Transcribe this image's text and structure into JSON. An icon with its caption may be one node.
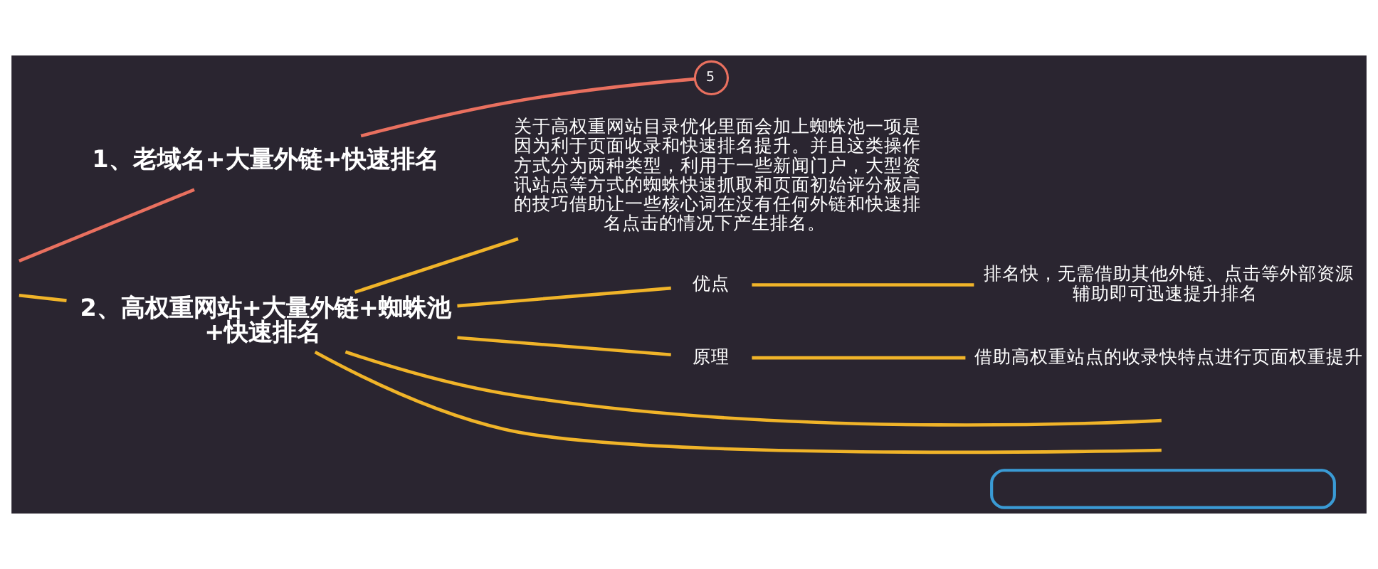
{
  "diagram": {
    "nodes": [
      {
        "text": [
          "1、老域名+大量外链+快速排名"
        ]
      },
      {
        "text": [
          "5"
        ]
      },
      {
        "text": [
          "2、高权重网站+大量外链+蜘蛛池+快速排名"
        ]
      },
      {
        "text": [
          "关于高权重网站目录优化里面会加上蜘蛛池一项是因为利于页面收录和快速排名提升。并且这类操作方式分为两种类型，利用于一些新闻门户，大型资讯站点等方式的蜘蛛快速抓取和页面初始评分极高的技巧借助让一些核心词在没有任何外链和快速排名点击的情况下产生排名。"
        ]
      },
      {
        "text": [
          "优点"
        ]
      },
      {
        "text": [
          "排名快，无需借助其他外链、点击等外部资源辅助即可迅速提升排名"
        ]
      },
      {
        "text": [
          "原理"
        ]
      },
      {
        "text": [
          "借助高权重站点的收录快特点进行页面权重提升"
        ]
      },
      {
        "text": [],
        "shape": "box"
      }
    ],
    "edges": [
      {
        "from": null,
        "to": 0,
        "arrow": "none",
        "color": "#e9705f"
      },
      {
        "from": 0,
        "to": 1,
        "arrow": "none",
        "color": "#e9705f"
      },
      {
        "from": null,
        "to": 2,
        "arrow": "none"
      },
      {
        "from": 2,
        "to": 3,
        "arrow": "none"
      },
      {
        "from": 2,
        "to": 4,
        "arrow": "none"
      },
      {
        "from": 4,
        "to": 5,
        "arrow": "none"
      },
      {
        "from": 2,
        "to": 6,
        "arrow": "none"
      },
      {
        "from": 6,
        "to": 7,
        "arrow": "none"
      },
      {
        "from": 2,
        "to": null,
        "arrow": "none"
      },
      {
        "from": 2,
        "to": null,
        "arrow": "none"
      }
    ]
  }
}
